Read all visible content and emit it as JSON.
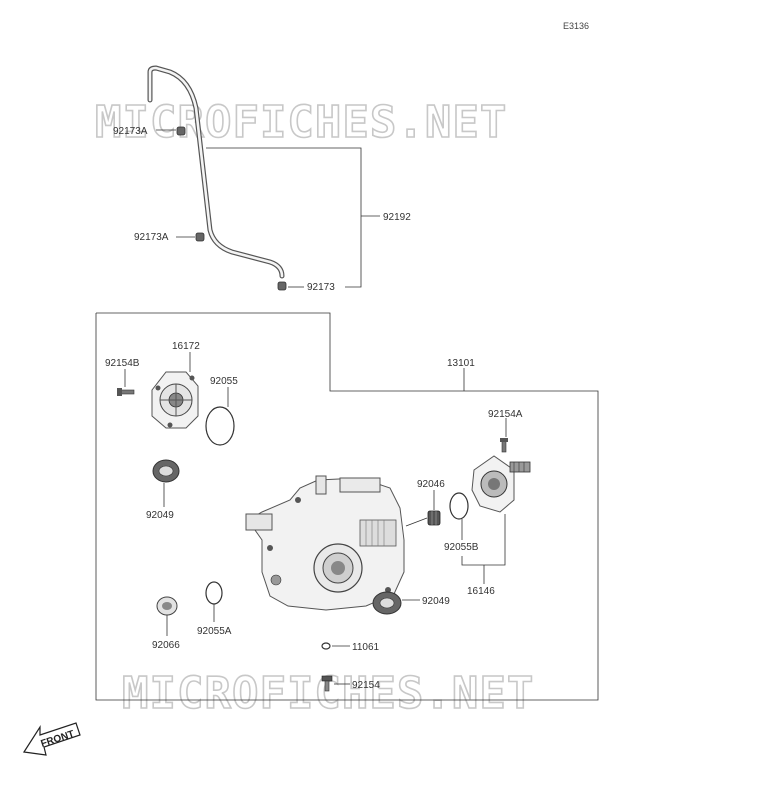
{
  "diagram_code": "E3136",
  "watermark": "MICROFICHES.NET",
  "front_label": "FRONT",
  "parts": {
    "p92173A_top": "92173A",
    "p92173A_bottom": "92173A",
    "p92192": "92192",
    "p92173": "92173",
    "p13101": "13101",
    "p92154B": "92154B",
    "p16172": "16172",
    "p92055": "92055",
    "p92154A": "92154A",
    "p92049_left": "92049",
    "p92046": "92046",
    "p92055B": "92055B",
    "p16146": "16146",
    "p92049_right": "92049",
    "p92066": "92066",
    "p92055A": "92055A",
    "p11061": "11061",
    "p92154": "92154"
  }
}
